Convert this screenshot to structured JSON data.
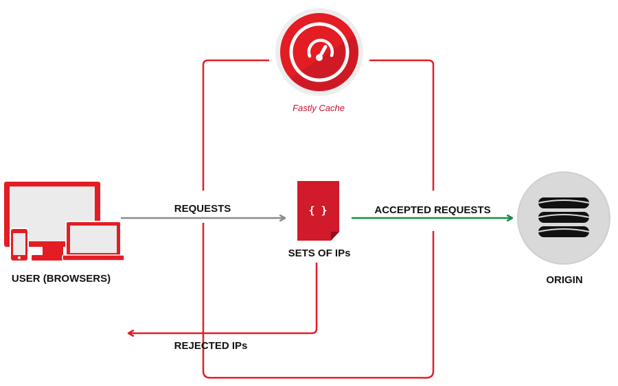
{
  "nodes": {
    "cache": {
      "label": "Fastly Cache",
      "icon": "speedometer-icon"
    },
    "user": {
      "label": "USER (BROWSERS)",
      "icon": "devices-icon"
    },
    "ips": {
      "label": "SETS OF IPs",
      "icon": "json-file-icon",
      "glyph": "{ }"
    },
    "origin": {
      "label": "ORIGIN",
      "icon": "database-icon"
    }
  },
  "edges": {
    "requests": {
      "label": "REQUESTS"
    },
    "accepted": {
      "label": "ACCEPTED REQUESTS"
    },
    "rejected": {
      "label": "REJECTED IPs"
    }
  },
  "colors": {
    "accent_red": "#e41c24",
    "dark_red": "#b5182a",
    "cache_label": "#c8102e",
    "request_gray": "#8a8a8a",
    "accept_green": "#119044",
    "origin_bg": "#d9d9d9",
    "origin_ring": "#cfcfcf"
  }
}
